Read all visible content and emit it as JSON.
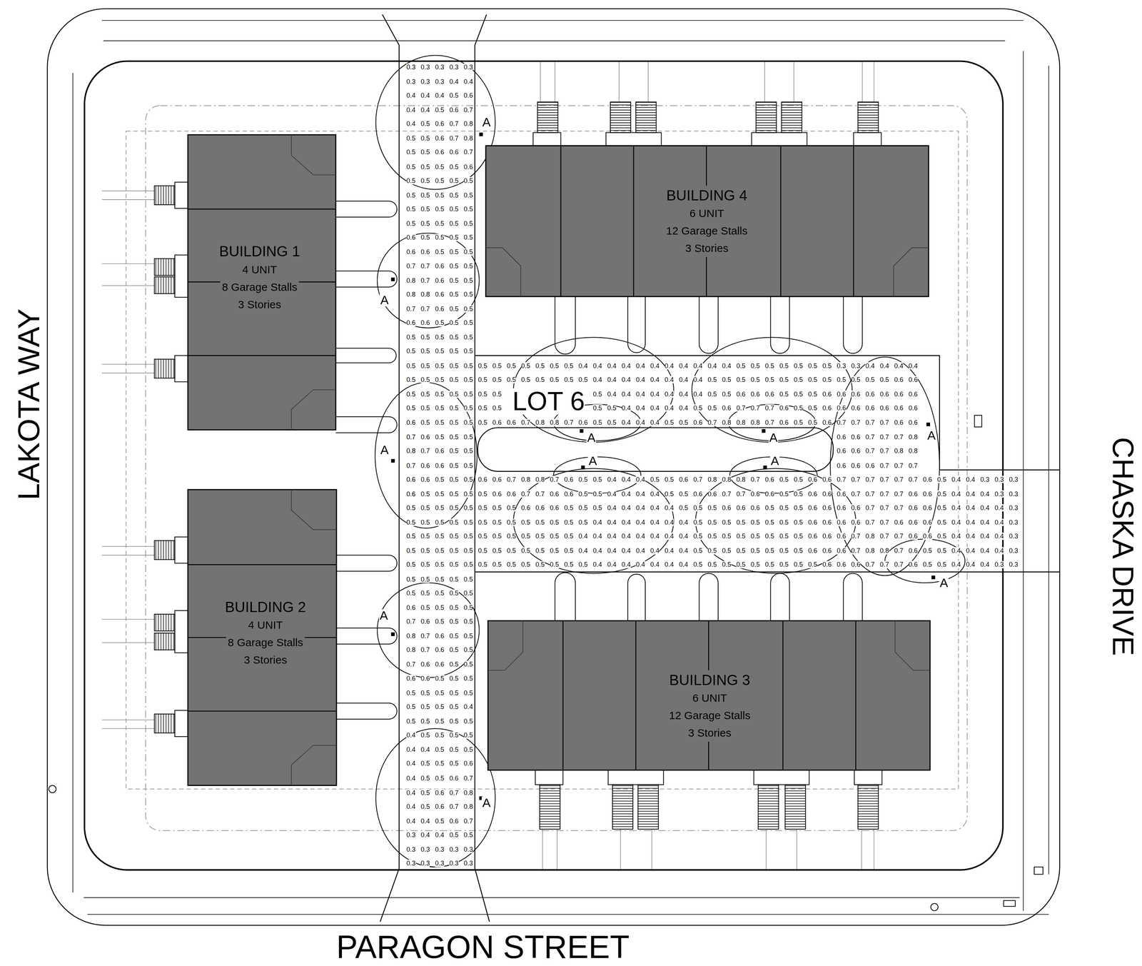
{
  "diagram": {
    "nodes": [
      {
        "text": [
          "LOT 6"
        ]
      },
      {
        "text": [
          "BUILDING 1",
          "4 UNIT",
          "8 Garage Stalls",
          "3 Stories"
        ],
        "in": 0
      },
      {
        "text": [
          "BUILDING 4",
          "6 UNIT",
          "12 Garage Stalls",
          "3 Stories"
        ],
        "in": 0
      },
      {
        "text": [
          "BUILDING 2",
          "4 UNIT",
          "8 Garage Stalls",
          "3 Stories"
        ],
        "in": 0
      },
      {
        "text": [
          "BUILDING 3",
          "6 UNIT",
          "12 Garage Stalls",
          "3 Stories"
        ],
        "in": 0
      }
    ],
    "labels": [
      "LAKOTA WAY",
      "CHASKA DRIVE",
      "PARAGON STREET",
      "A",
      "A",
      "A",
      "A",
      "A",
      "A",
      "A",
      "A",
      "A",
      "A",
      "A",
      "0.3",
      "0.3",
      "0.3",
      "0.3",
      "0.3",
      "0.3",
      "0.3",
      "0.3",
      "0.4",
      "0.4",
      "0.4",
      "0.4",
      "0.4",
      "0.5",
      "0.6",
      "0.4",
      "0.4",
      "0.5",
      "0.6",
      "0.7",
      "0.4",
      "0.5",
      "0.6",
      "0.7",
      "0.8",
      "0.5",
      "0.5",
      "0.6",
      "0.7",
      "0.8",
      "0.5",
      "0.5",
      "0.6",
      "0.6",
      "0.7",
      "0.5",
      "0.5",
      "0.5",
      "0.5",
      "0.6",
      "0.5",
      "0.5",
      "0.5",
      "0.5",
      "0.5",
      "0.5",
      "0.5",
      "0.5",
      "0.5",
      "0.5",
      "0.5",
      "0.5",
      "0.5",
      "0.5",
      "0.5",
      "0.5",
      "0.5",
      "0.5",
      "0.5",
      "0.5",
      "0.6",
      "0.5",
      "0.5",
      "0.5",
      "0.5",
      "0.6",
      "0.6",
      "0.5",
      "0.5",
      "0.5",
      "0.7",
      "0.7",
      "0.6",
      "0.5",
      "0.5",
      "0.8",
      "0.7",
      "0.6",
      "0.5",
      "0.5",
      "0.8",
      "0.8",
      "0.6",
      "0.5",
      "0.5",
      "0.7",
      "0.7",
      "0.6",
      "0.5",
      "0.5",
      "0.6",
      "0.6",
      "0.5",
      "0.5",
      "0.5",
      "0.5",
      "0.5",
      "0.5",
      "0.5",
      "0.5",
      "0.5",
      "0.5",
      "0.5",
      "0.5",
      "0.5",
      "0.5",
      "0.5",
      "0.5",
      "0.5",
      "0.5",
      "0.5",
      "0.5",
      "0.5",
      "0.5",
      "0.5",
      "0.5",
      "0.5",
      "0.4",
      "0.4",
      "0.4",
      "0.4",
      "0.4",
      "0.4",
      "0.4",
      "0.4",
      "0.4",
      "0.4",
      "0.4",
      "0.5",
      "0.5",
      "0.5",
      "0.5",
      "0.5",
      "0.5",
      "0.5",
      "0.3",
      "0.3",
      "0.4",
      "0.4",
      "0.4",
      "0.4",
      "0.5",
      "0.5",
      "0.5",
      "0.5",
      "0.5",
      "0.5",
      "0.5",
      "0.5",
      "0.5",
      "0.5",
      "0.5",
      "0.5",
      "0.5",
      "0.4",
      "0.4",
      "0.4",
      "0.4",
      "0.4",
      "0.4",
      "0.4",
      "0.4",
      "0.5",
      "0.5",
      "0.5",
      "0.5",
      "0.5",
      "0.5",
      "0.5",
      "0.5",
      "0.5",
      "0.5",
      "0.5",
      "0.5",
      "0.5",
      "0.6",
      "0.6",
      "0.5",
      "0.5",
      "0.5",
      "0.5",
      "0.5",
      "0.5",
      "0.5",
      "0.5",
      "0.4",
      "0.4",
      "0.4",
      "0.4",
      "0.4",
      "0.4",
      "0.4",
      "0.5",
      "0.5",
      "0.6",
      "0.6",
      "0.6",
      "0.5",
      "0.5",
      "0.5",
      "0.6",
      "0.6",
      "0.6",
      "0.6",
      "0.6",
      "0.6",
      "0.6",
      "0.5",
      "0.5",
      "0.5",
      "0.5",
      "0.5",
      "0.5",
      "0.5",
      "0.5",
      "0.5",
      "0.4",
      "0.4",
      "0.4",
      "0.4",
      "0.4",
      "0.5",
      "0.5",
      "0.6",
      "0.7",
      "0.7",
      "0.7",
      "0.6",
      "0.5",
      "0.5",
      "0.6",
      "0.6",
      "0.6",
      "0.6",
      "0.6",
      "0.6",
      "0.6",
      "0.6",
      "0.5",
      "0.5",
      "0.5",
      "0.5",
      "0.5",
      "0.6",
      "0.6",
      "0.7",
      "0.8",
      "0.8",
      "0.7",
      "0.6",
      "0.5",
      "0.5",
      "0.4",
      "0.4",
      "0.4",
      "0.5",
      "0.5",
      "0.6",
      "0.7",
      "0.8",
      "0.8",
      "0.8",
      "0.7",
      "0.6",
      "0.5",
      "0.5",
      "0.6",
      "0.7",
      "0.7",
      "0.7",
      "0.7",
      "0.6",
      "0.6",
      "0.7",
      "0.6",
      "0.5",
      "0.5",
      "0.5",
      "0.6",
      "0.6",
      "0.7",
      "0.7",
      "0.7",
      "0.8",
      "0.8",
      "0.7",
      "0.6",
      "0.5",
      "0.5",
      "0.6",
      "0.6",
      "0.7",
      "0.7",
      "0.8",
      "0.8",
      "0.7",
      "0.6",
      "0.6",
      "0.5",
      "0.5",
      "0.6",
      "0.6",
      "0.6",
      "0.7",
      "0.7",
      "0.7",
      "0.6",
      "0.6",
      "0.5",
      "0.5",
      "0.5",
      "0.6",
      "0.6",
      "0.7",
      "0.8",
      "0.8",
      "0.7",
      "0.6",
      "0.5",
      "0.5",
      "0.4",
      "0.4",
      "0.4",
      "0.5",
      "0.5",
      "0.6",
      "0.7",
      "0.8",
      "0.8",
      "0.8",
      "0.7",
      "0.6",
      "0.5",
      "0.5",
      "0.6",
      "0.6",
      "0.7",
      "0.7",
      "0.7",
      "0.7",
      "0.7",
      "0.7",
      "0.6",
      "0.5",
      "0.4",
      "0.4",
      "0.3",
      "0.3",
      "0.3",
      "0.6",
      "0.5",
      "0.5",
      "0.5",
      "0.5",
      "0.5",
      "0.6",
      "0.6",
      "0.7",
      "0.7",
      "0.6",
      "0.6",
      "0.5",
      "0.5",
      "0.4",
      "0.4",
      "0.4",
      "0.4",
      "0.5",
      "0.5",
      "0.6",
      "0.6",
      "0.7",
      "0.7",
      "0.6",
      "0.6",
      "0.5",
      "0.5",
      "0.6",
      "0.6",
      "0.6",
      "0.7",
      "0.7",
      "0.7",
      "0.7",
      "0.6",
      "0.6",
      "0.5",
      "0.4",
      "0.4",
      "0.4",
      "0.3",
      "0.3",
      "0.5",
      "0.5",
      "0.5",
      "0.5",
      "0.5",
      "0.5",
      "0.5",
      "0.5",
      "0.6",
      "0.6",
      "0.6",
      "0.5",
      "0.5",
      "0.5",
      "0.4",
      "0.4",
      "0.4",
      "0.4",
      "0.4",
      "0.5",
      "0.5",
      "0.5",
      "0.6",
      "0.6",
      "0.6",
      "0.5",
      "0.5",
      "0.5",
      "0.6",
      "0.6",
      "0.6",
      "0.6",
      "0.7",
      "0.7",
      "0.7",
      "0.6",
      "0.6",
      "0.5",
      "0.4",
      "0.4",
      "0.4",
      "0.4",
      "0.3",
      "0.5",
      "0.5",
      "0.5",
      "0.5",
      "0.5",
      "0.5",
      "0.5",
      "0.5",
      "0.5",
      "0.5",
      "0.5",
      "0.5",
      "0.5",
      "0.4",
      "0.4",
      "0.4",
      "0.4",
      "0.4",
      "0.4",
      "0.4",
      "0.5",
      "0.5",
      "0.5",
      "0.5",
      "0.5",
      "0.5",
      "0.5",
      "0.5",
      "0.6",
      "0.6",
      "0.6",
      "0.6",
      "0.7",
      "0.7",
      "0.6",
      "0.6",
      "0.6",
      "0.5",
      "0.4",
      "0.4",
      "0.4",
      "0.4",
      "0.3",
      "0.5",
      "0.5",
      "0.5",
      "0.5",
      "0.5",
      "0.5",
      "0.5",
      "0.5",
      "0.5",
      "0.5",
      "0.5",
      "0.5",
      "0.4",
      "0.4",
      "0.4",
      "0.4",
      "0.4",
      "0.4",
      "0.4",
      "0.4",
      "0.5",
      "0.5",
      "0.5",
      "0.5",
      "0.5",
      "0.5",
      "0.5",
      "0.5",
      "0.6",
      "0.6",
      "0.6",
      "0.7",
      "0.8",
      "0.7",
      "0.7",
      "0.6",
      "0.6",
      "0.5",
      "0.4",
      "0.4",
      "0.4",
      "0.4",
      "0.3",
      "0.5",
      "0.5",
      "0.5",
      "0.5",
      "0.5",
      "0.5",
      "0.5",
      "0.5",
      "0.5",
      "0.5",
      "0.5",
      "0.5",
      "0.4",
      "0.4",
      "0.4",
      "0.4",
      "0.4",
      "0.4",
      "0.4",
      "0.4",
      "0.5",
      "0.5",
      "0.5",
      "0.5",
      "0.5",
      "0.5",
      "0.5",
      "0.5",
      "0.6",
      "0.6",
      "0.6",
      "0.7",
      "0.8",
      "0.8",
      "0.7",
      "0.6",
      "0.5",
      "0.5",
      "0.4",
      "0.4",
      "0.4",
      "0.4",
      "0.3",
      "0.5",
      "0.5",
      "0.5",
      "0.5",
      "0.5",
      "0.5",
      "0.5",
      "0.5",
      "0.5",
      "0.5",
      "0.5",
      "0.5",
      "0.5",
      "0.4",
      "0.4",
      "0.4",
      "0.4",
      "0.4",
      "0.4",
      "0.4",
      "0.5",
      "0.5",
      "0.5",
      "0.5",
      "0.5",
      "0.5",
      "0.5",
      "0.5",
      "0.5",
      "0.6",
      "0.6",
      "0.6",
      "0.7",
      "0.7",
      "0.7",
      "0.6",
      "0.5",
      "0.5",
      "0.4",
      "0.4",
      "0.4",
      "0.3",
      "0.3",
      "0.5",
      "0.5",
      "0.5",
      "0.5",
      "0.5",
      "0.5",
      "0.5",
      "0.5",
      "0.5",
      "0.5",
      "0.6",
      "0.5",
      "0.5",
      "0.5",
      "0.5",
      "0.7",
      "0.6",
      "0.5",
      "0.5",
      "0.5",
      "0.8",
      "0.7",
      "0.6",
      "0.5",
      "0.5",
      "0.8",
      "0.7",
      "0.6",
      "0.5",
      "0.5",
      "0.7",
      "0.6",
      "0.6",
      "0.5",
      "0.5",
      "0.6",
      "0.6",
      "0.5",
      "0.5",
      "0.5",
      "0.5",
      "0.5",
      "0.5",
      "0.5",
      "0.5",
      "0.5",
      "0.5",
      "0.5",
      "0.5",
      "0.4",
      "0.5",
      "0.5",
      "0.5",
      "0.5",
      "0.5",
      "0.4",
      "0.5",
      "0.5",
      "0.5",
      "0.5",
      "0.4",
      "0.4",
      "0.5",
      "0.5",
      "0.5",
      "0.4",
      "0.5",
      "0.5",
      "0.5",
      "0.6",
      "0.4",
      "0.5",
      "0.5",
      "0.6",
      "0.7",
      "0.4",
      "0.5",
      "0.6",
      "0.7",
      "0.8",
      "0.4",
      "0.5",
      "0.6",
      "0.7",
      "0.8",
      "0.4",
      "0.4",
      "0.5",
      "0.6",
      "0.7",
      "0.3",
      "0.4",
      "0.4",
      "0.5",
      "0.5",
      "0.3",
      "0.3",
      "0.3",
      "0.3",
      "0.3",
      "0.3",
      "0.3",
      "0.3",
      "0.3",
      "0.3"
    ]
  }
}
